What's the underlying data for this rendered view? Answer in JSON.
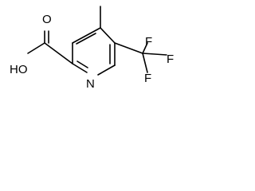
{
  "molecule": {
    "atoms": {
      "oh": "HO",
      "o": "O",
      "n": "N",
      "f_top": "F",
      "f_right": "F",
      "f_bottom": "F"
    }
  }
}
